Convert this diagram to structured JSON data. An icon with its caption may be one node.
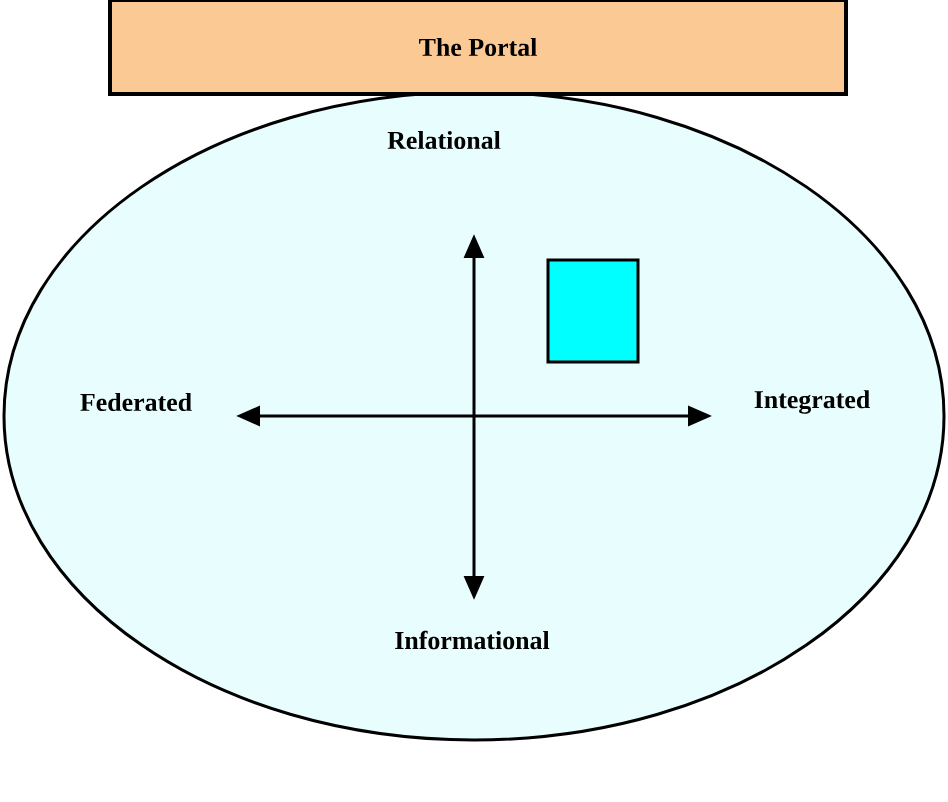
{
  "diagram": {
    "nodes": [
      {
        "text": [
          "The Portal"
        ]
      },
      {
        "text": [],
        "shape": "ellipse"
      },
      {
        "text": [],
        "shape": "box",
        "in": 1
      }
    ],
    "labels": [
      "Relational",
      "Federated",
      "Integrated",
      "Informational"
    ]
  }
}
